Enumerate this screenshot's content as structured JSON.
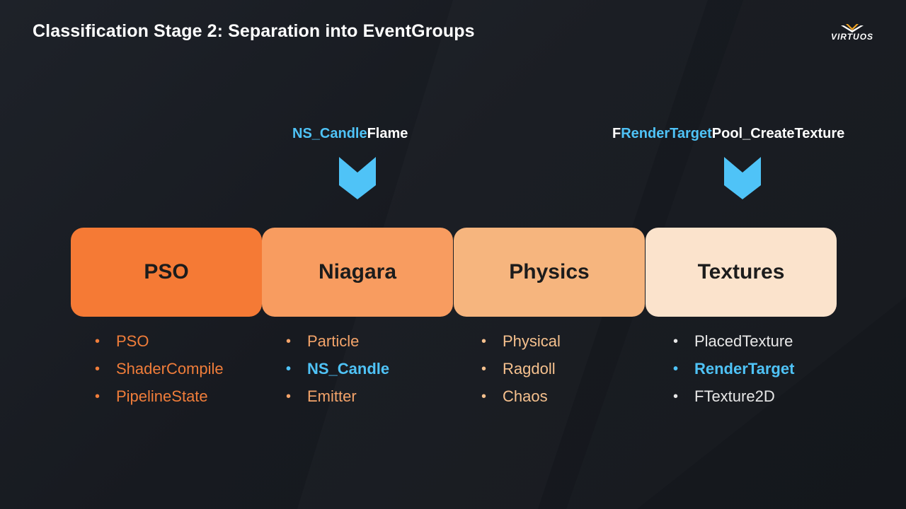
{
  "slide": {
    "title": "Classification Stage 2: Separation into EventGroups",
    "logo_text": "VIRTUOS"
  },
  "events": [
    {
      "highlight": "NS_Candle",
      "rest": "Flame"
    },
    {
      "prefix": "F",
      "highlight": "RenderTarget",
      "rest": "Pool_CreateTexture"
    }
  ],
  "groups": [
    {
      "name": "PSO",
      "color": "#f57a35",
      "items": [
        "PSO",
        "ShaderCompile",
        "PipelineState"
      ],
      "highlighted_index": null
    },
    {
      "name": "Niagara",
      "color": "#f89c60",
      "items": [
        "Particle",
        "NS_Candle",
        "Emitter"
      ],
      "highlighted_index": 1
    },
    {
      "name": "Physics",
      "color": "#f6b57e",
      "items": [
        "Physical",
        "Ragdoll",
        "Chaos"
      ],
      "highlighted_index": null
    },
    {
      "name": "Textures",
      "color": "#fbe3cc",
      "items": [
        "PlacedTexture",
        "RenderTarget",
        "FTexture2D"
      ],
      "highlighted_index": 1
    }
  ],
  "colors": {
    "highlight": "#4fc3f7",
    "background": "#1a1d23"
  },
  "icons": {
    "arrow": "chevron-down-arrow-icon",
    "logo": "virtuos-logo"
  }
}
